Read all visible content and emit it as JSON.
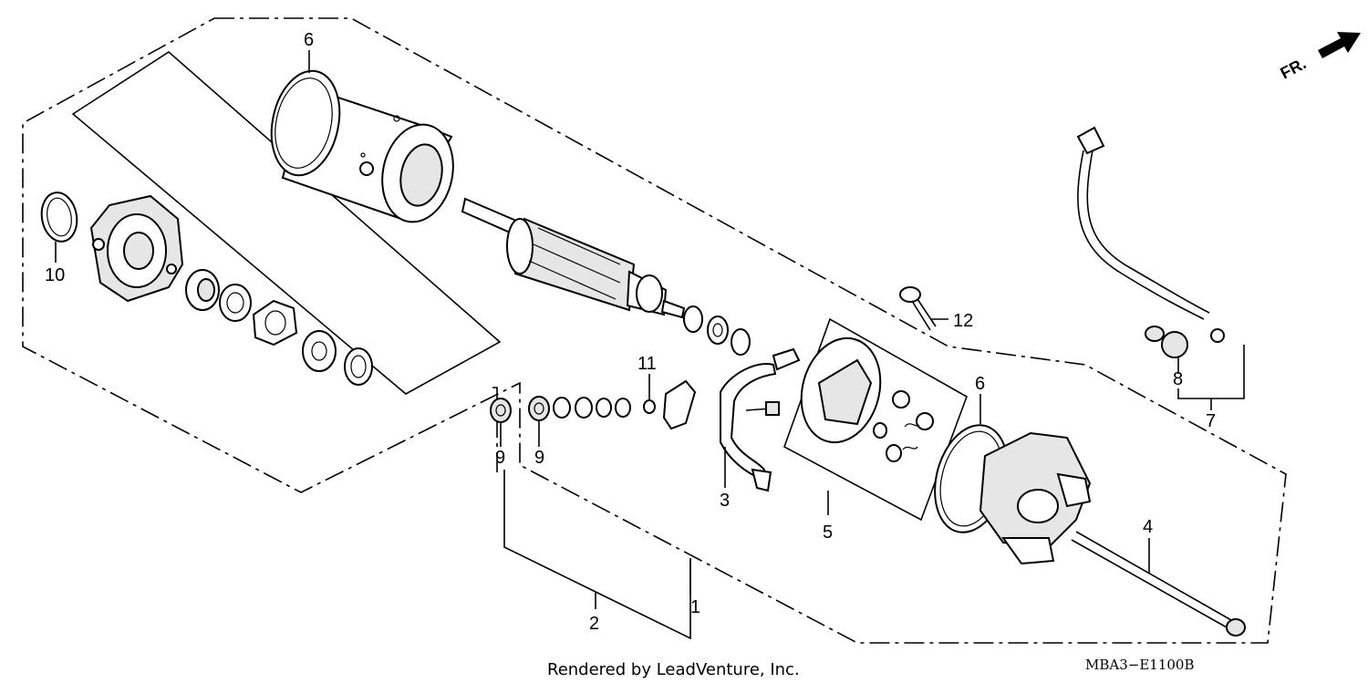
{
  "labels": {
    "p1": "1",
    "p2": "2",
    "p3": "3",
    "p4": "4",
    "p5": "5",
    "p6a": "6",
    "p6b": "6",
    "p7": "7",
    "p8": "8",
    "p9a": "9",
    "p9b": "9",
    "p10": "10",
    "p11": "11",
    "p12": "12"
  },
  "direction_mark": "FR.",
  "footer": "Rendered by LeadVenture, Inc.",
  "diagram_code": "MBA3−E1100B"
}
